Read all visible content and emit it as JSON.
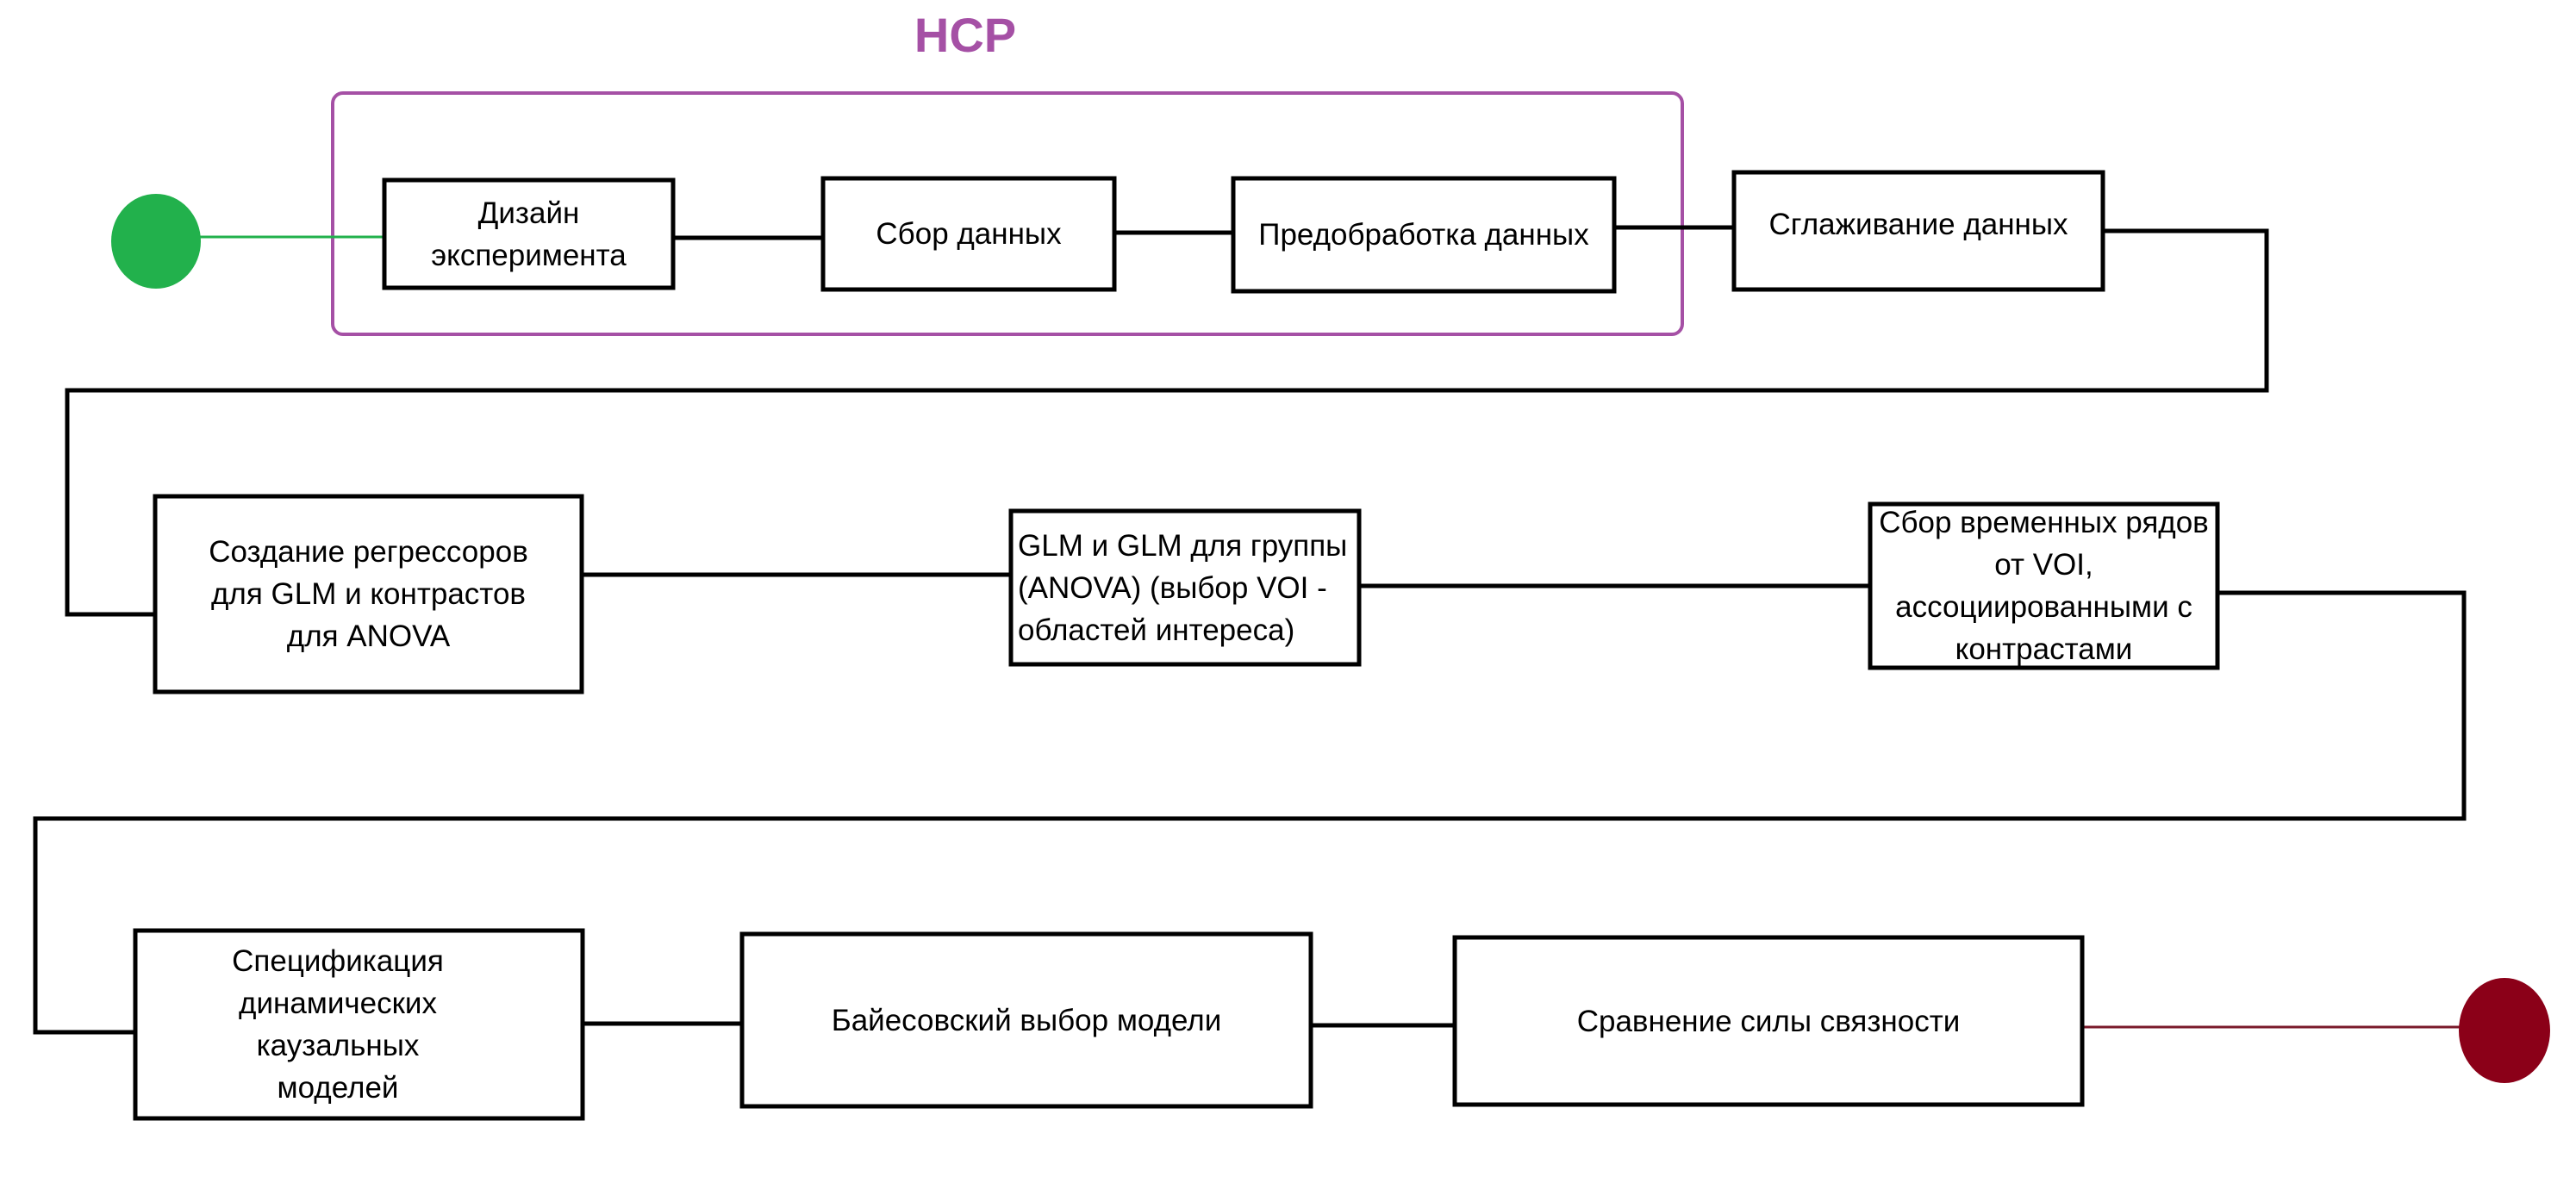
{
  "colors": {
    "group_border": "#a550a5",
    "group_title": "#a550a5",
    "start_node": "#22b14c",
    "start_line": "#22b14c",
    "end_node": "#8b0018",
    "end_line": "#7a1a2a",
    "box_border": "#000000",
    "connector": "#000000"
  },
  "group": {
    "title": "HCP"
  },
  "steps": [
    {
      "id": "design",
      "label": "Дизайн\nэксперимента"
    },
    {
      "id": "collect",
      "label": "Сбор данных"
    },
    {
      "id": "preprocess",
      "label": "Предобработка данных"
    },
    {
      "id": "smooth",
      "label": "Сглаживание данных"
    },
    {
      "id": "regressors",
      "label": "Создание регрессоров\nдля GLM и контрастов\nдля ANOVA"
    },
    {
      "id": "glm",
      "label": "GLM и GLM для группы\n(ANOVA) (выбор VOI -\nобластей интереса)"
    },
    {
      "id": "timeseries",
      "label": "Сбор временных рядов\nот VOI,\nассоциированными с\nконтрастами"
    },
    {
      "id": "dcm",
      "label": "Спецификация\nдинамических\nкаузальных\nмоделей"
    },
    {
      "id": "bayes",
      "label": "Байесовский выбор модели"
    },
    {
      "id": "compare",
      "label": "Сравнение силы связности"
    }
  ]
}
